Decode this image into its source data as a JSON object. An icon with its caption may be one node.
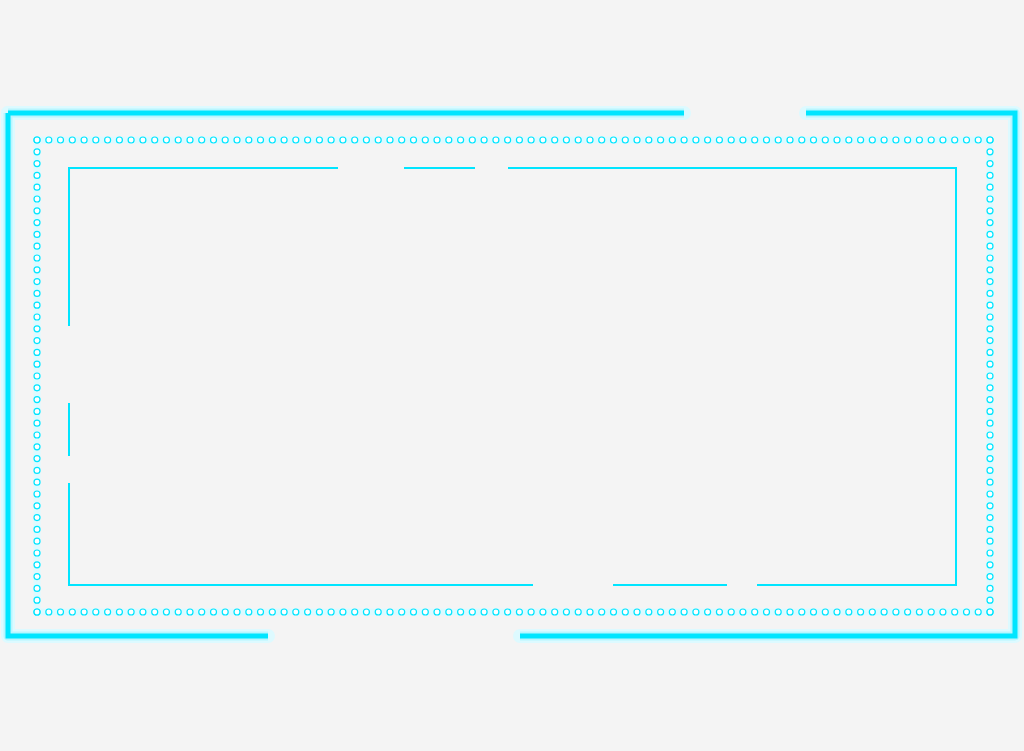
{
  "diagram": {
    "nodes": [
      {
        "text": [],
        "shape": "box"
      },
      {
        "text": [],
        "shape": "box",
        "in": 0
      },
      {
        "text": [],
        "shape": "box",
        "in": 1
      }
    ]
  }
}
